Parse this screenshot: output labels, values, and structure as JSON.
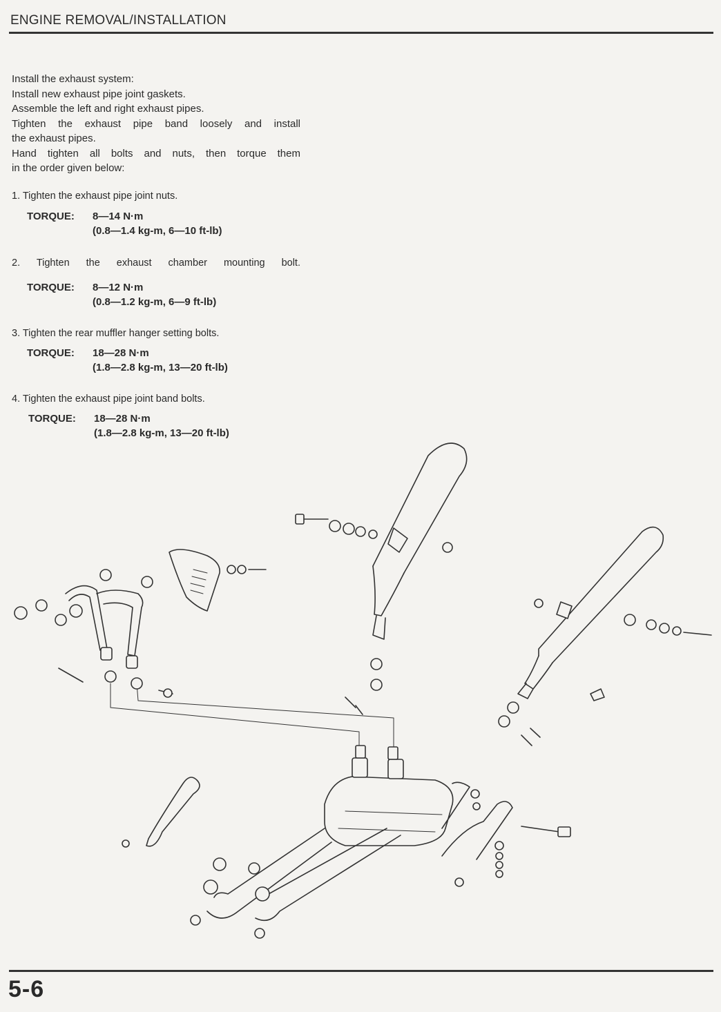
{
  "header": {
    "title": "ENGINE REMOVAL/INSTALLATION"
  },
  "intro": [
    "Install the exhaust system:",
    "Install new exhaust pipe joint gaskets.",
    "Assemble the left and right exhaust pipes.",
    "Tighten the exhaust pipe band loosely and install",
    "the exhaust pipes.",
    "Hand tighten all bolts and nuts, then torque them",
    "in the order given below:"
  ],
  "steps": [
    {
      "text": "1. Tighten the exhaust pipe joint nuts.",
      "torque_label": "TORQUE:",
      "torque_si": "8—14 N·m",
      "torque_alt": "(0.8—1.4 kg-m, 6—10 ft-lb)"
    },
    {
      "text": "2. Tighten the exhaust chamber mounting bolt.",
      "torque_label": "TORQUE:",
      "torque_si": "8—12 N·m",
      "torque_alt": "(0.8—1.2 kg-m, 6—9 ft-lb)"
    },
    {
      "text": "3. Tighten the rear muffler hanger setting bolts.",
      "torque_label": "TORQUE:",
      "torque_si": "18—28 N·m",
      "torque_alt": "(1.8—2.8 kg-m, 13—20 ft-lb)"
    },
    {
      "text": "4. Tighten the exhaust pipe joint band bolts.",
      "torque_label": "TORQUE:",
      "torque_si": "18—28 N·m",
      "torque_alt": "(1.8—2.8 kg-m, 13—20 ft-lb)"
    }
  ],
  "footer": {
    "page_number": "5-6"
  }
}
